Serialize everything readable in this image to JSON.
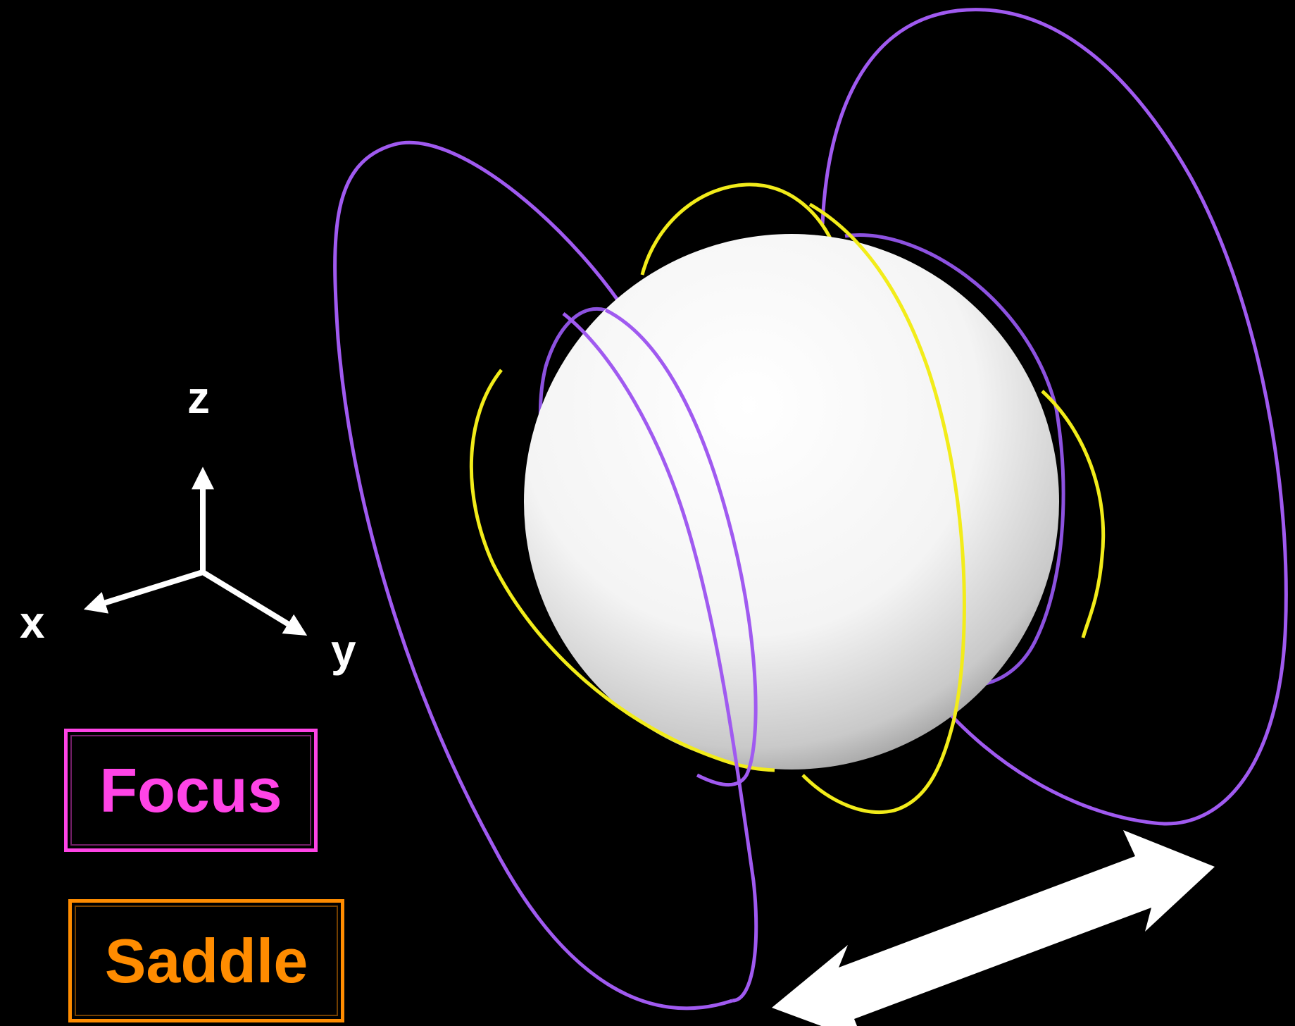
{
  "axes": {
    "z_label": "z",
    "x_label": "x",
    "y_label": "y"
  },
  "legend": {
    "focus": {
      "label": "Focus",
      "color": "#ff44e6"
    },
    "saddle": {
      "label": "Saddle",
      "color": "#ff8c00"
    }
  },
  "colors": {
    "background": "#000000",
    "sphere": "#ffffff",
    "focus_orbit": "#a05af0",
    "saddle_orbit": "#f2ec1a",
    "arrows": "#ffffff"
  }
}
